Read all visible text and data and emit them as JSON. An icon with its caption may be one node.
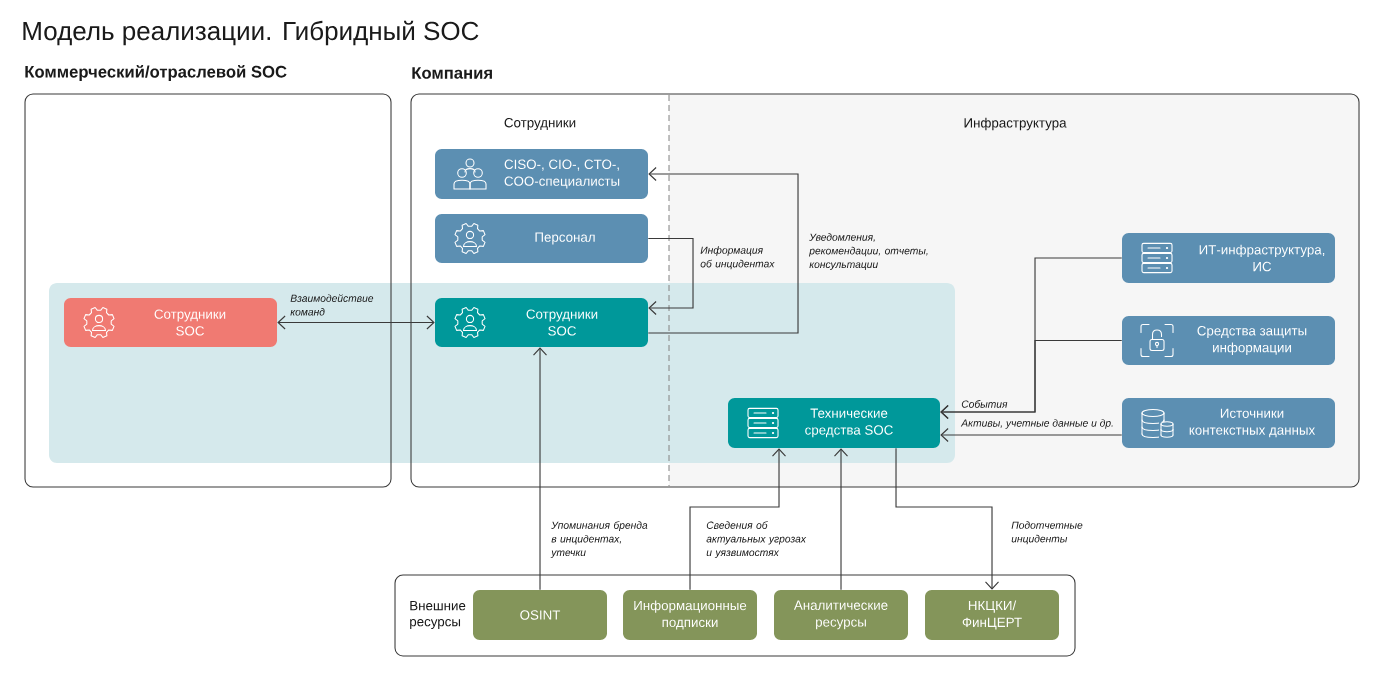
{
  "diagram": {
    "title": "Модель реализации. Гибридный SOC",
    "nodes": [
      {
        "text": [
          "Коммерческий/отраслевой SOC"
        ]
      },
      {
        "text": [
          "Компания"
        ]
      },
      {
        "text": [
          "Инфраструктура"
        ],
        "in": 1
      },
      {
        "text": [
          "CISO-, CIO-, CTO-, COO-специалисты"
        ],
        "in": 1
      },
      {
        "text": [
          "Персонал"
        ],
        "in": 1
      },
      {
        "text": [
          "Сотрудники SOC"
        ],
        "in": 0
      },
      {
        "text": [
          "Сотрудники SOC"
        ],
        "in": 1
      },
      {
        "text": [
          "ИТ-инфраструктура, ИС"
        ],
        "in": 2
      },
      {
        "text": [
          "Средства защиты информации"
        ],
        "in": 2
      },
      {
        "text": [
          "Технические средства SOC"
        ],
        "in": 2
      },
      {
        "text": [
          "Источники контекстных данных"
        ],
        "in": 2
      },
      {
        "text": [
          "Внешние ресурсы"
        ]
      },
      {
        "text": [
          "OSINT"
        ],
        "in": 11
      },
      {
        "text": [
          "Информационные подписки"
        ],
        "in": 11
      },
      {
        "text": [
          "Аналитические ресурсы"
        ],
        "in": 11
      },
      {
        "text": [
          "НКЦКИ/ФинЦЕРТ"
        ],
        "in": 11
      }
    ],
    "edges": [
      {
        "from": 5,
        "to": 6,
        "arrow": "both",
        "label": "Взаимодействие команд"
      },
      {
        "from": 4,
        "to": 6,
        "arrow": "to",
        "label": "Информация об инцидентах"
      },
      {
        "from": 6,
        "to": 3,
        "arrow": "to",
        "label": "Уведомления, рекомендации, отчеты, консультации"
      },
      {
        "from": 7,
        "to": 9,
        "arrow": "to",
        "label": "События"
      },
      {
        "from": 8,
        "to": 9,
        "arrow": "to"
      },
      {
        "from": 10,
        "to": 9,
        "arrow": "to",
        "label": "Активы, учетные данные и др."
      },
      {
        "from": 12,
        "to": 6,
        "arrow": "to",
        "label": "Упоминания бренда в инцидентах, утечки"
      },
      {
        "from": 13,
        "to": 9,
        "arrow": "to",
        "label": "Сведения об актуальных угрозах и уязвимостях"
      },
      {
        "from": 14,
        "to": 9,
        "arrow": "to"
      },
      {
        "from": 9,
        "to": 15,
        "arrow": "to",
        "label": "Подотчетные инциденты"
      }
    ],
    "labels": [
      "Сотрудники"
    ]
  }
}
